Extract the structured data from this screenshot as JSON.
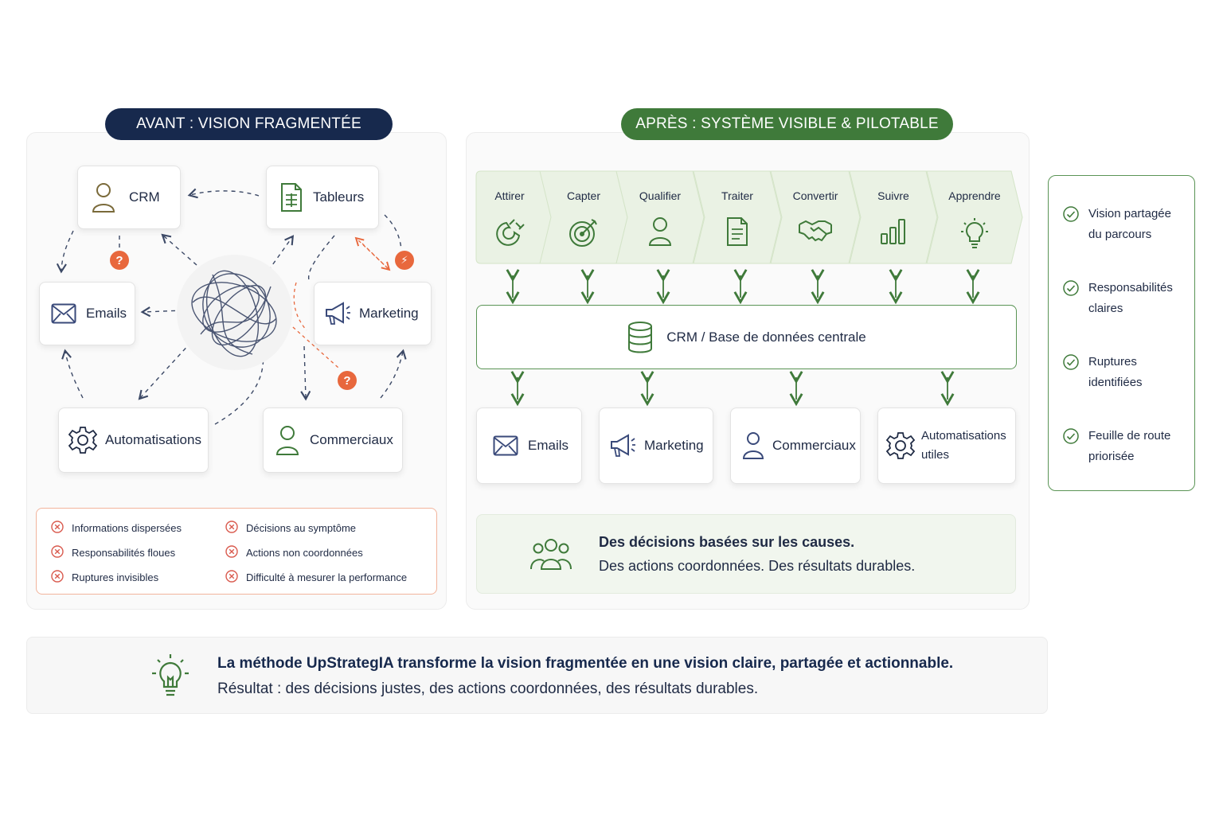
{
  "before": {
    "title": "AVANT : VISION FRAGMENTÉE",
    "nodes": {
      "crm": "CRM",
      "tableurs": "Tableurs",
      "emails": "Emails",
      "marketing": "Marketing",
      "automatisations": "Automatisations",
      "commerciaux": "Commerciaux"
    },
    "badges": {
      "question": "?",
      "alert": "⚡"
    },
    "problems": [
      "Informations dispersées",
      "Responsabilités floues",
      "Ruptures invisibles",
      "Décisions au symptôme",
      "Actions non coordonnées",
      "Difficulté à mesurer la performance"
    ]
  },
  "after": {
    "title": "APRÈS : SYSTÈME VISIBLE & PILOTABLE",
    "steps": [
      "Attirer",
      "Capter",
      "Qualifier",
      "Traiter",
      "Convertir",
      "Suivre",
      "Apprendre"
    ],
    "step_icons": [
      "magnet-icon",
      "target-icon",
      "user-icon",
      "document-icon",
      "handshake-icon",
      "bar-chart-icon",
      "lightbulb-icon"
    ],
    "central": "CRM / Base de données centrale",
    "tools": [
      "Emails",
      "Marketing",
      "Commerciaux",
      "Automatisations utiles"
    ],
    "summary_bold": "Des décisions basées sur les causes.",
    "summary_text": "Des actions coordonnées. Des résultats durables."
  },
  "benefits": [
    "Vision partagée du parcours",
    "Responsabilités claires",
    "Ruptures identifiées",
    "Feuille de route priorisée"
  ],
  "footer": {
    "headline": "La méthode UpStrategIA transforme la vision fragmentée en une vision claire, partagée et actionnable.",
    "result": "Résultat : des décisions justes, des actions coordonnées, des résultats durables."
  },
  "colors": {
    "navy": "#17294d",
    "green": "#3f7a3a",
    "light_green": "#eaf2e4",
    "orange": "#e8683d",
    "red_x": "#d95a4e"
  }
}
